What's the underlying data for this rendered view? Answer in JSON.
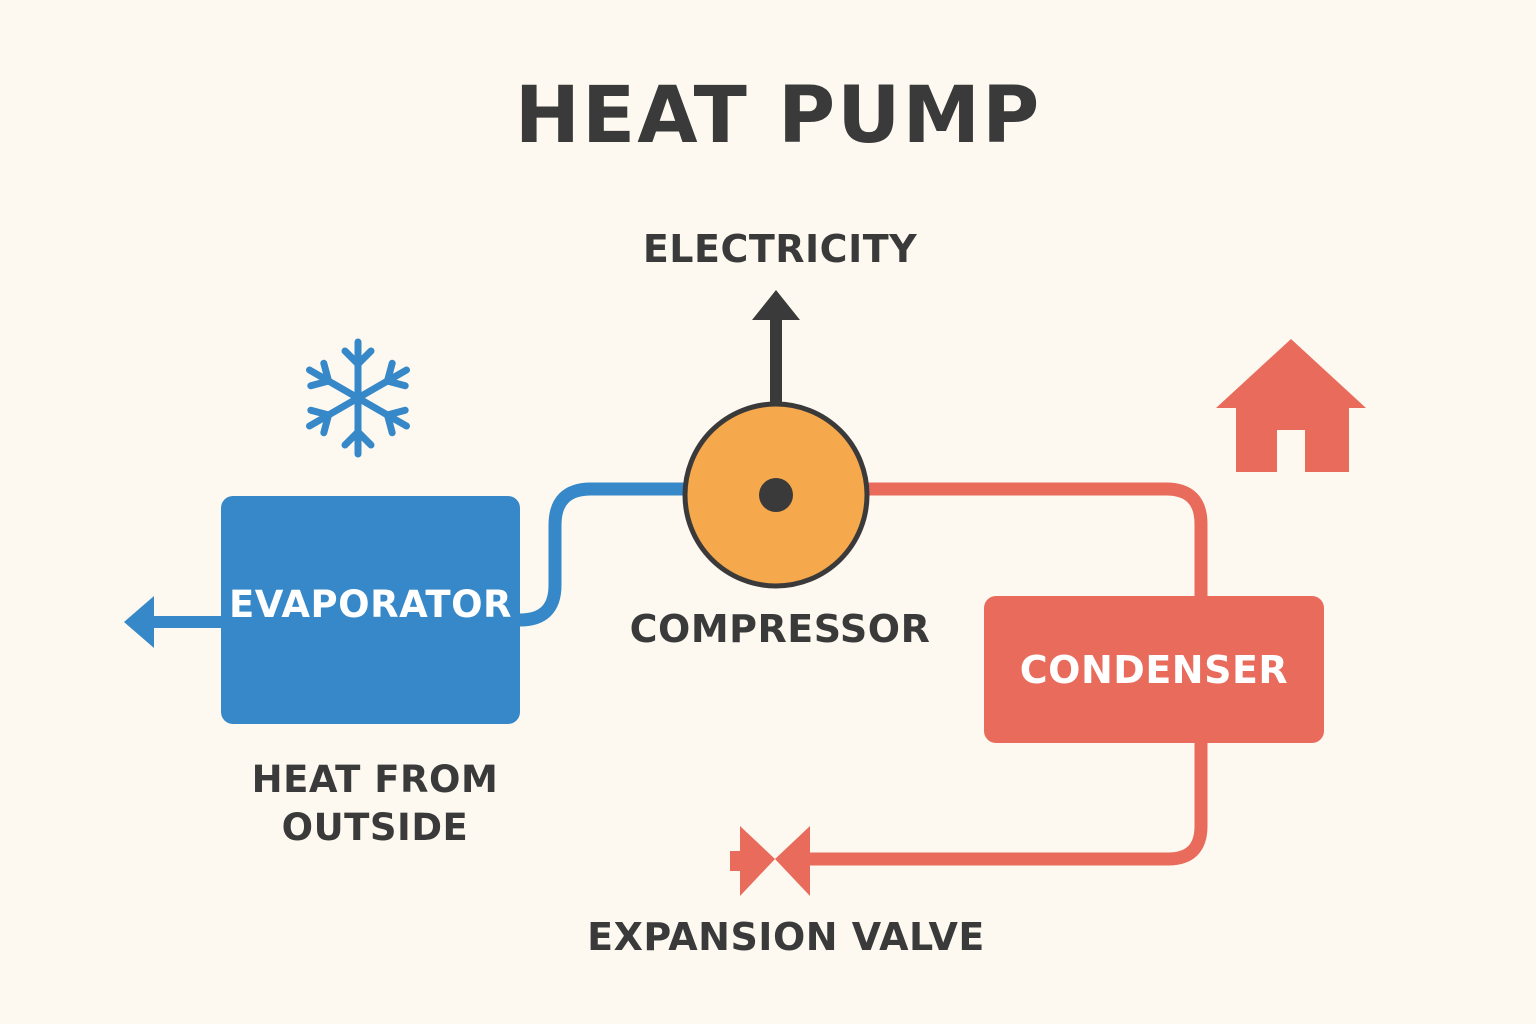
{
  "title": "HEAT PUMP",
  "labels": {
    "electricity": "ELECTRICITY",
    "compressor": "COMPRESSOR",
    "heat_from_outside_line1": "HEAT FROM",
    "heat_from_outside_line2": "OUTSIDE",
    "expansion_valve": "EXPANSION VALVE"
  },
  "components": {
    "evaporator": "EVAPORATOR",
    "condenser": "CONDENSER"
  },
  "icons": {
    "cold": "snowflake-icon",
    "home": "house-icon",
    "valve": "valve-icon",
    "power": "arrow-up-icon"
  },
  "colors": {
    "background": "#fdf9f0",
    "cold_blue": "#3688c8",
    "hot_red": "#e86b5b",
    "compressor_orange": "#f5a84c",
    "text_dark": "#3a3a3a"
  }
}
